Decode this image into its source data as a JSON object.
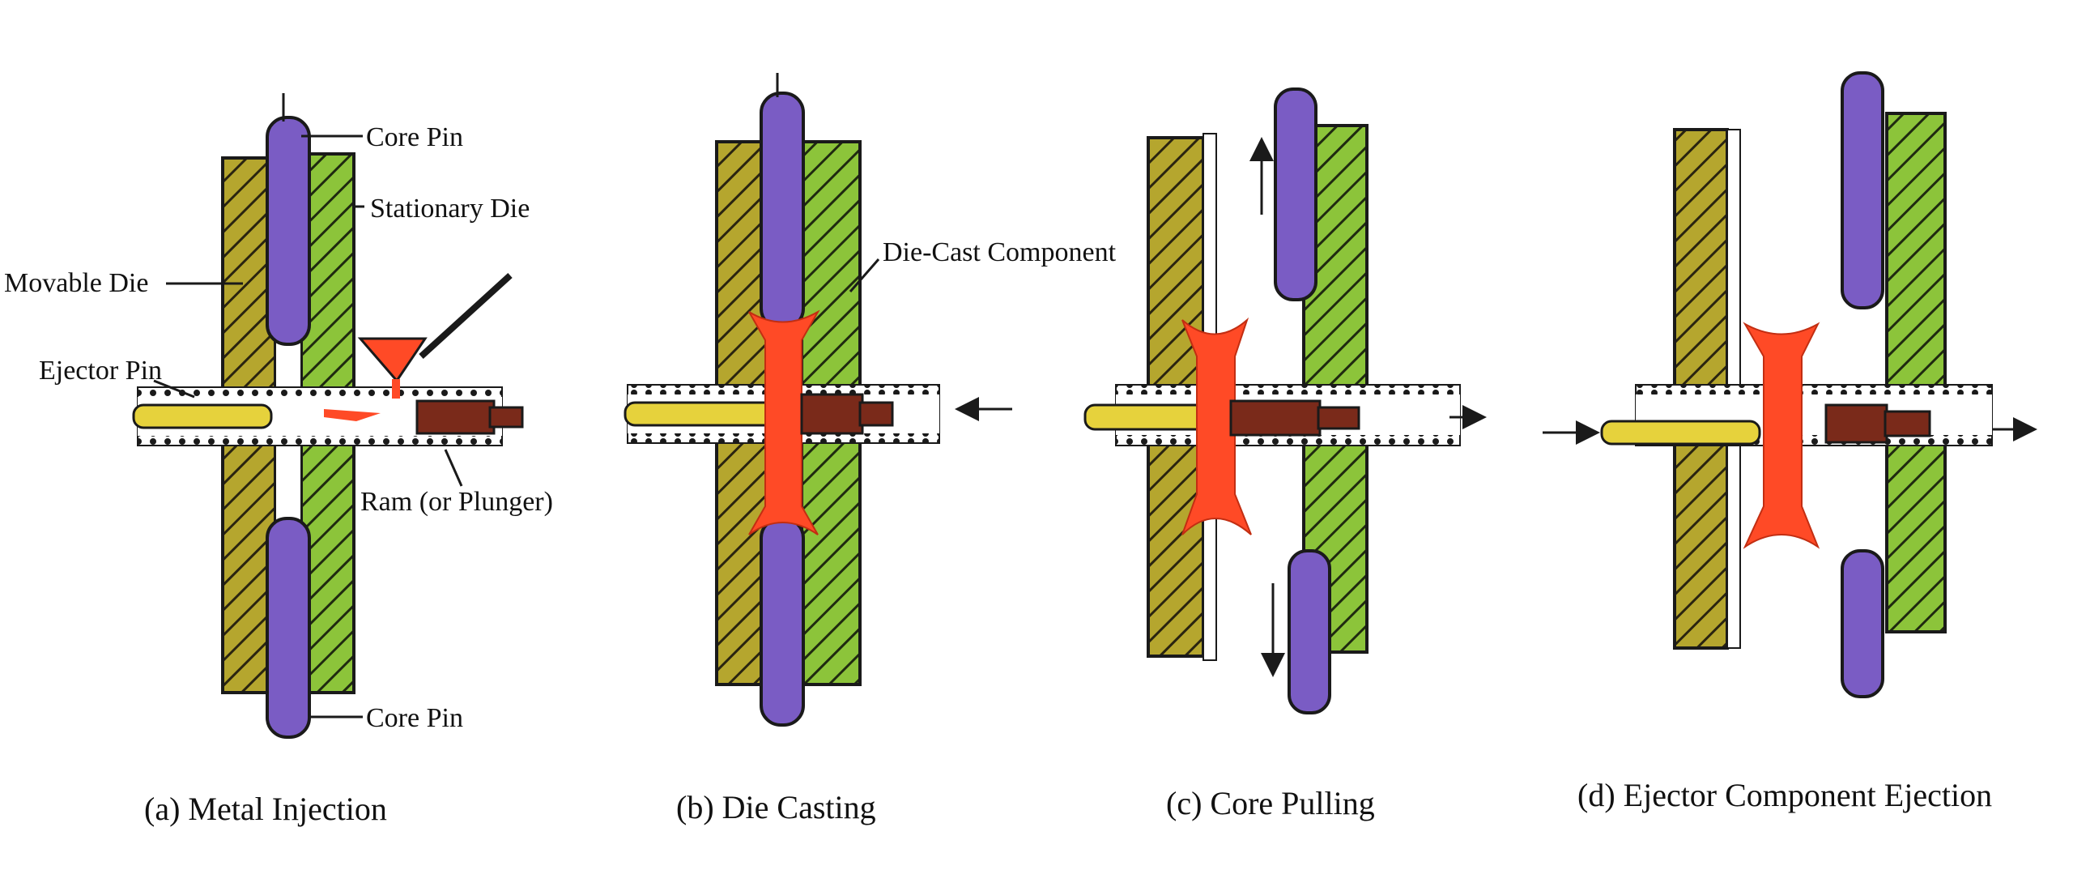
{
  "labels": {
    "core_pin_top": "Core Pin",
    "stationary_die": "Stationary Die",
    "movable_die": "Movable Die",
    "ejector_pin": "Ejector Pin",
    "ram": "Ram (or Plunger)",
    "core_pin_bottom": "Core Pin",
    "die_cast_component": "Die-Cast Component"
  },
  "captions": {
    "a": "(a) Metal Injection",
    "b": "(b) Die Casting",
    "c": "(c) Core Pulling",
    "d": "(d) Ejector Component Ejection"
  },
  "colors": {
    "movable_die": "#b5a62e",
    "stationary_die": "#8cc43a",
    "core_pin": "#7a5cc4",
    "ejector_pin": "#e6d23c",
    "ram": "#7a2a1a",
    "metal": "#ff4a26",
    "outline": "#1a1a1a"
  }
}
